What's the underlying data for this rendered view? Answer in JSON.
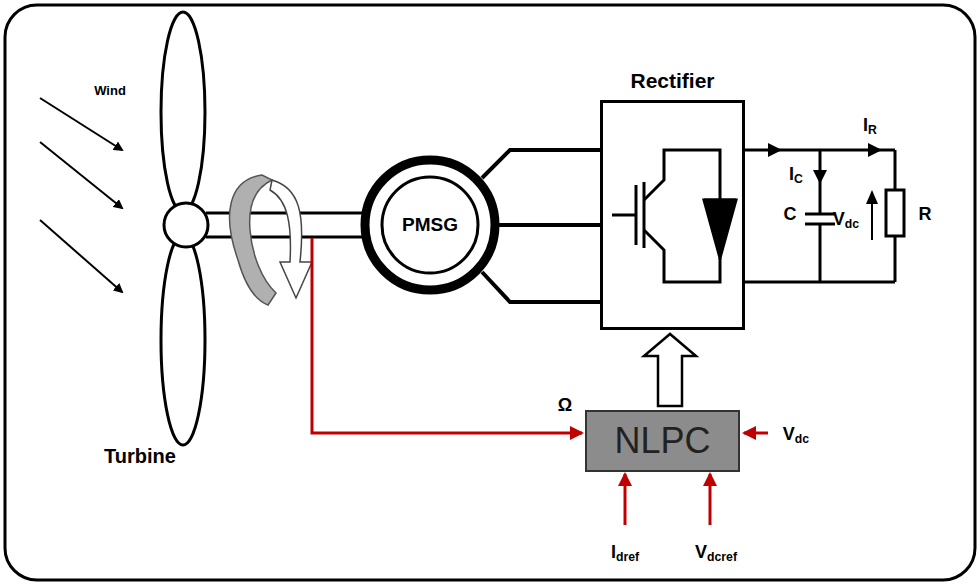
{
  "diagram": {
    "nodes": [
      {
        "text": [
          "PMSG"
        ]
      },
      {
        "text": [
          "Rectifier"
        ]
      },
      {
        "text": [
          "NLPC"
        ]
      }
    ],
    "edges": [
      {
        "from": 0,
        "to": 1,
        "arrow": "none"
      },
      {
        "from": 2,
        "to": 1,
        "arrow": "to"
      }
    ],
    "labels": [
      "Wind",
      "Turbine",
      "IR",
      "IC",
      "C",
      "Vdc",
      "R",
      "Ω",
      "Vdc",
      "Idref",
      "Vdcref"
    ]
  }
}
